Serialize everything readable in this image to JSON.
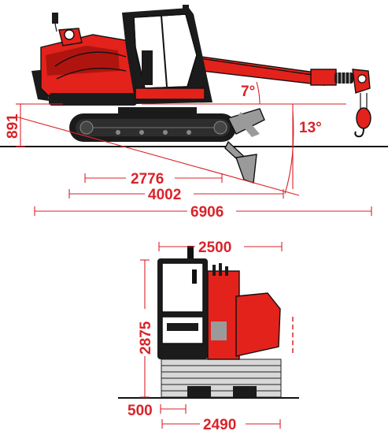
{
  "side_view": {
    "boom_angle_label": "7°",
    "slope_angle_label": "13°",
    "height_offset_label": "891",
    "dim_2776": "2776",
    "dim_4002": "4002",
    "dim_6906": "6906"
  },
  "front_view": {
    "width_top_label": "2500",
    "height_label": "2875",
    "offset_label": "500",
    "track_width_label": "2490"
  },
  "colors": {
    "machine_red": "#e3221c",
    "dimension_red": "#d9232a",
    "outline": "#111111"
  }
}
